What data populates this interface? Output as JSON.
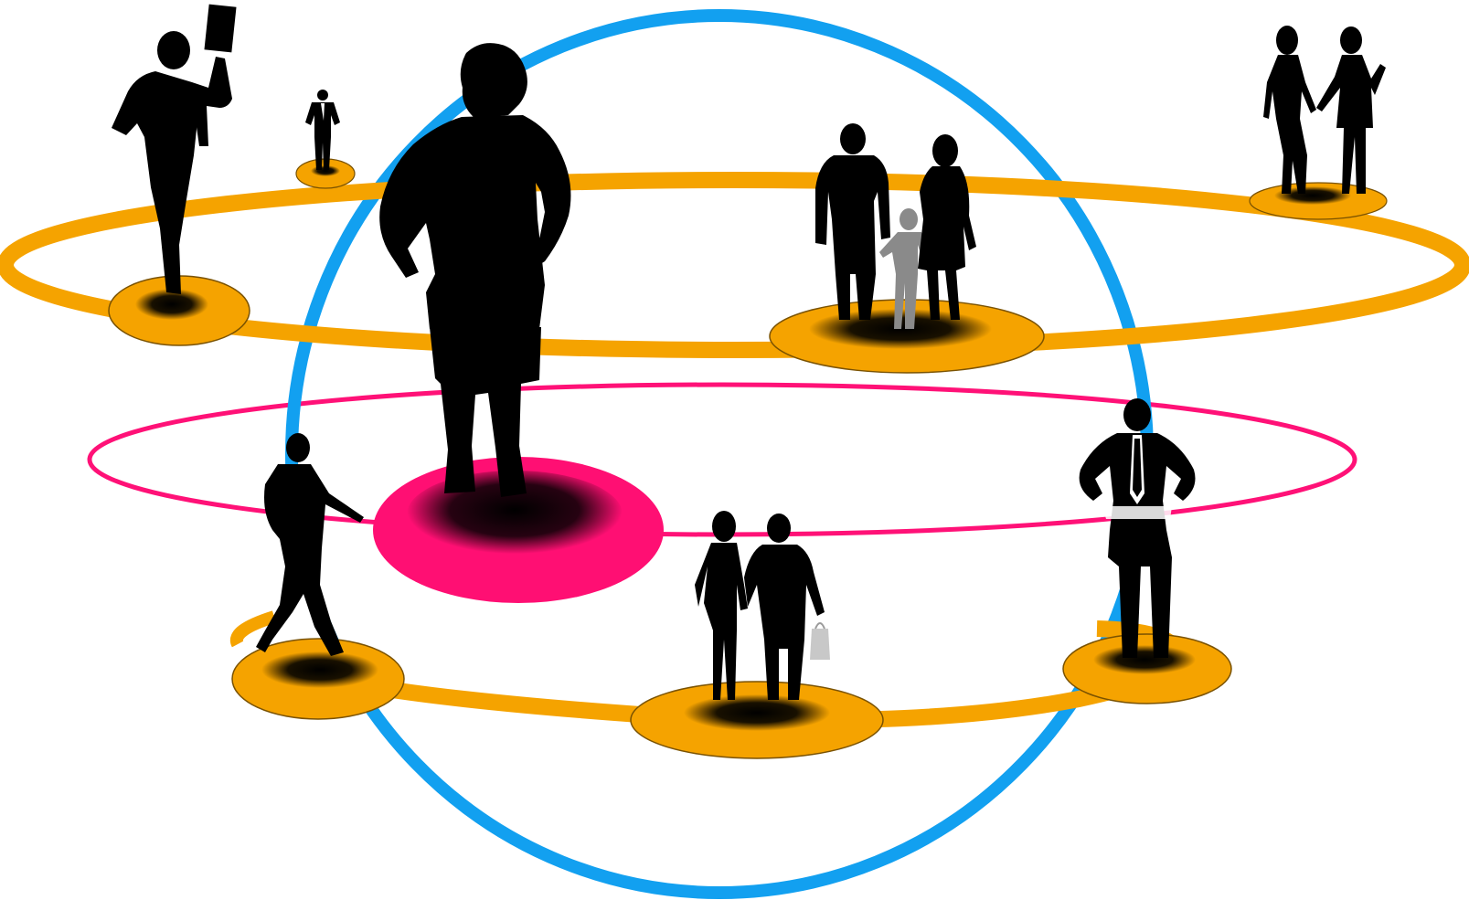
{
  "colors": {
    "background": "#ffffff",
    "globe": "#12a0f0",
    "orbit_orange": "#f5a300",
    "orbit_pink": "#ff1177",
    "platform_orange": "#f5a300",
    "platform_pink": "#ff0f73",
    "silhouette": "#000000",
    "child_silhouette": "#8a8a8a",
    "bag": "#c8c8c8"
  },
  "diagram": {
    "nodes": [
      {
        "id": "woman-holding-sign",
        "orbit": "upper",
        "platform": "orange"
      },
      {
        "id": "businessman-small",
        "orbit": "upper",
        "platform": "orange"
      },
      {
        "id": "family",
        "orbit": "upper",
        "platform": "orange"
      },
      {
        "id": "two-women",
        "orbit": "upper",
        "platform": "orange"
      },
      {
        "id": "central-man",
        "orbit": "middle",
        "platform": "pink"
      },
      {
        "id": "walking-man",
        "orbit": "lower",
        "platform": "orange"
      },
      {
        "id": "couple",
        "orbit": "lower",
        "platform": "orange"
      },
      {
        "id": "businessman",
        "orbit": "lower",
        "platform": "orange"
      }
    ]
  }
}
